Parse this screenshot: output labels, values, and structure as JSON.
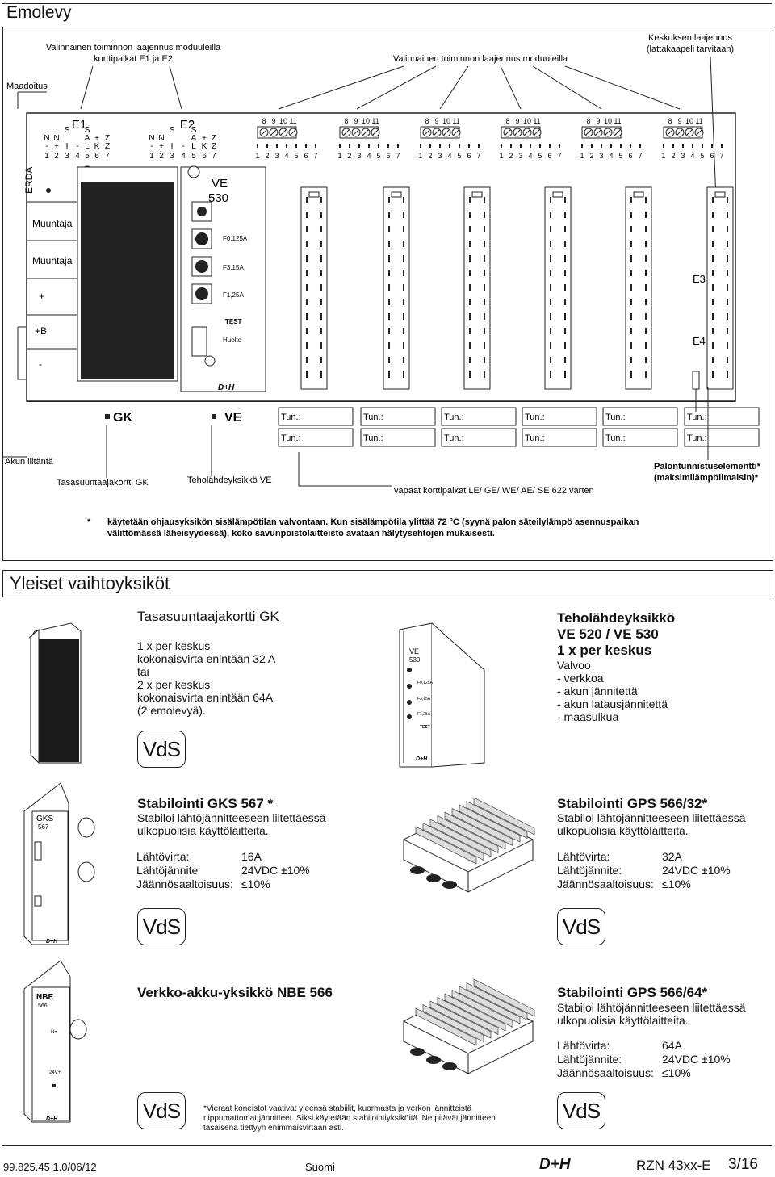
{
  "page": {
    "title": "Emolevy",
    "section_title": "Yleiset vaihtoyksiköt"
  },
  "board": {
    "top_labels": {
      "optional_e1_e2": "Valinnainen toiminnon laajennus moduuleilla",
      "optional_e1_e2_line2": "korttipaikat E1 ja E2",
      "optional_modules": "Valinnainen toiminnon laajennus moduuleilla",
      "center_ext": "Keskuksen laajennus",
      "center_ext_line2": "(lattakaapeli tarvitaan)",
      "grounding": "Maadoitus"
    },
    "e1_label": "E1",
    "e2_label": "E2",
    "terminal_top_row": [
      "8",
      "9",
      "10",
      "11"
    ],
    "terminal_bottom_row": [
      "1",
      "2",
      "3",
      "4",
      "5",
      "6",
      "7"
    ],
    "left_side_labels": [
      "ERDA",
      "Muuntaja",
      "Muuntaja",
      "+",
      "+B",
      "-"
    ],
    "ve_module": {
      "name": "VE",
      "number": "530",
      "fuses": [
        "F0,125A",
        "F3,15A",
        "F1,25A"
      ],
      "test_label": "TEST",
      "service_label": "Huolto",
      "brand": "D+H"
    },
    "e3_label": "E3",
    "e4_label": "E4",
    "gk_label": "GK",
    "ve_label": "VE",
    "tun_label": "Tun.:",
    "bottom_labels": {
      "battery": "Akun liitäntä",
      "rectifier": "Tasasuuntaajakortti GK",
      "power_unit": "Teholähdeyksikkö VE",
      "free_slots": "vapaat korttipaikat LE/ GE/ WE/ AE/ SE 622 varten",
      "fire_sensor": "Palontunnistuselementti*",
      "fire_sensor_line2": "(maksimilämpöilmaisin)*"
    },
    "footnote_star": "*",
    "footnote_line1": "käytetään ohjausyksikön sisälämpötilan valvontaan. Kun sisälämpötila ylittää 72 °C (syynä palon säteilylämpö asennuspaikan",
    "footnote_line2": "välittömässä läheisyydessä), koko savunpoistolaitteisto avataan hälytysehtojen mukaisesti."
  },
  "units": {
    "gk": {
      "title": "Tasasuuntaajakortti GK",
      "line1": "1 x per keskus",
      "line2": "kokonaisvirta enintään 32 A",
      "line3": "tai",
      "line4": "2 x per keskus",
      "line5": "kokonaisvirta enintään 64A",
      "line6": "(2 emolevyä)."
    },
    "ve": {
      "title": "Teholähdeyksikkö",
      "title2": "VE 520 / VE 530",
      "count": "1 x per keskus",
      "monitors": "Valvoo",
      "items": [
        "- verkkoa",
        "- akun jännitettä",
        "- akun latausjännitettä",
        "- maasulkua"
      ],
      "img_name": "VE",
      "img_num": "530",
      "img_fuses": [
        "F0,125A",
        "F3,15A",
        "F1,25A"
      ],
      "img_test": "TEST"
    },
    "gks": {
      "title": "Stabilointi GKS 567 *",
      "desc1": "Stabiloi lähtöjännitteeseen liitettäessä",
      "desc2": "ulkopuolisia käyttölaitteita.",
      "out_current_label": "Lähtövirta:",
      "out_current": "16A",
      "out_voltage_label": "Lähtöjännite",
      "out_voltage": "24VDC ±10%",
      "ripple_label": "Jäännösaaltoisuus:",
      "ripple": "≤10%",
      "img_label": "GKS",
      "img_num": "567"
    },
    "gps32": {
      "title": "Stabilointi GPS 566/32*",
      "desc1": "Stabiloi lähtöjännitteeseen liitettäessä",
      "desc2": "ulkopuolisia käyttölaitteita.",
      "out_current_label": "Lähtövirta:",
      "out_current": "32A",
      "out_voltage_label": "Lähtöjännite:",
      "out_voltage": "24VDC ±10%",
      "ripple_label": "Jäännösaaltoisuus:",
      "ripple": "≤10%"
    },
    "nbe": {
      "title": "Verkko-akku-yksikkö NBE 566",
      "img_label": "NBE",
      "img_num": "566",
      "img_n": "N+",
      "img_24": "24V+"
    },
    "gps64": {
      "title": "Stabilointi GPS 566/64*",
      "desc1": "Stabiloi lähtöjännitteeseen liitettäessä",
      "desc2": "ulkopuolisia käyttölaitteita.",
      "out_current_label": "Lähtövirta:",
      "out_current": "64A",
      "out_voltage_label": "Lähtöjännite:",
      "out_voltage": "24VDC ±10%",
      "ripple_label": "Jäännösaaltoisuus:",
      "ripple": "≤10%"
    },
    "note1": "*Vieraat koneistot vaativat yleensä stabiilit, kuormasta ja verkon jännitteistä",
    "note2": "riippumattomat jännitteet.  Siksi käytetään stabilointiyksiköitä.  Ne pitävät jännitteen",
    "note3": "tasaisena tiettyyn enimmäisvirtaan asti.",
    "vds": "VdS",
    "brand": "D+H"
  },
  "footer": {
    "doc_no": "99.825.45 1.0/06/12",
    "language": "Suomi",
    "brand": "D+H",
    "code": "RZN 43xx-E",
    "page": "3/16"
  }
}
